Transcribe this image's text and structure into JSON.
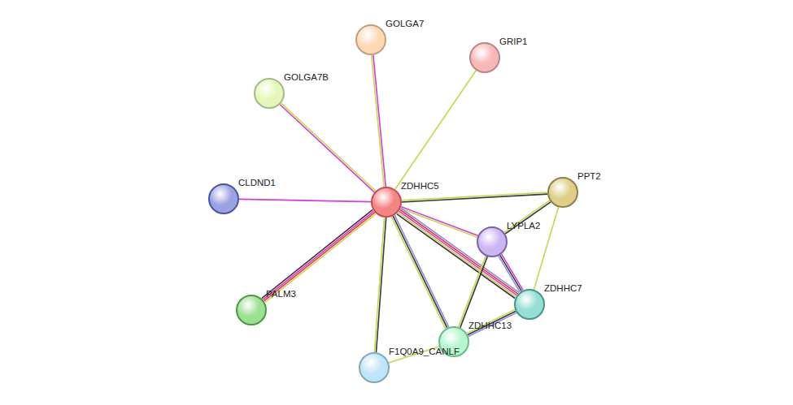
{
  "diagram": {
    "nodes": [
      {
        "text": [
          "GOLGA7"
        ]
      },
      {
        "text": [
          "GRIP1"
        ]
      },
      {
        "text": [
          "GOLGA7B"
        ]
      },
      {
        "text": [
          "CLDND1"
        ]
      },
      {
        "text": [
          "ZDHHC5"
        ]
      },
      {
        "text": [
          "PPT2"
        ]
      },
      {
        "text": [
          "LYPLA2"
        ]
      },
      {
        "text": [
          "ZDHHC7"
        ]
      },
      {
        "text": [
          "PALM3"
        ]
      },
      {
        "text": [
          "ZDHHC13"
        ]
      },
      {
        "text": [
          "F1Q0A9_CANLF"
        ]
      }
    ],
    "edges": [
      {
        "from": 4,
        "to": 0,
        "arrow": "none"
      },
      {
        "from": 4,
        "to": 1,
        "arrow": "none"
      },
      {
        "from": 4,
        "to": 2,
        "arrow": "none"
      },
      {
        "from": 4,
        "to": 3,
        "arrow": "none"
      },
      {
        "from": 4,
        "to": 5,
        "arrow": "none"
      },
      {
        "from": 4,
        "to": 6,
        "arrow": "none"
      },
      {
        "from": 4,
        "to": 7,
        "arrow": "none"
      },
      {
        "from": 4,
        "to": 9,
        "arrow": "none"
      },
      {
        "from": 4,
        "to": 10,
        "arrow": "none"
      },
      {
        "from": 4,
        "to": 8,
        "arrow": "none"
      },
      {
        "from": 5,
        "to": 6,
        "arrow": "none"
      },
      {
        "from": 5,
        "to": 7,
        "arrow": "none"
      },
      {
        "from": 6,
        "to": 7,
        "arrow": "none"
      },
      {
        "from": 6,
        "to": 9,
        "arrow": "none"
      },
      {
        "from": 7,
        "to": 9,
        "arrow": "none"
      },
      {
        "from": 9,
        "to": 10,
        "arrow": "none"
      }
    ]
  }
}
